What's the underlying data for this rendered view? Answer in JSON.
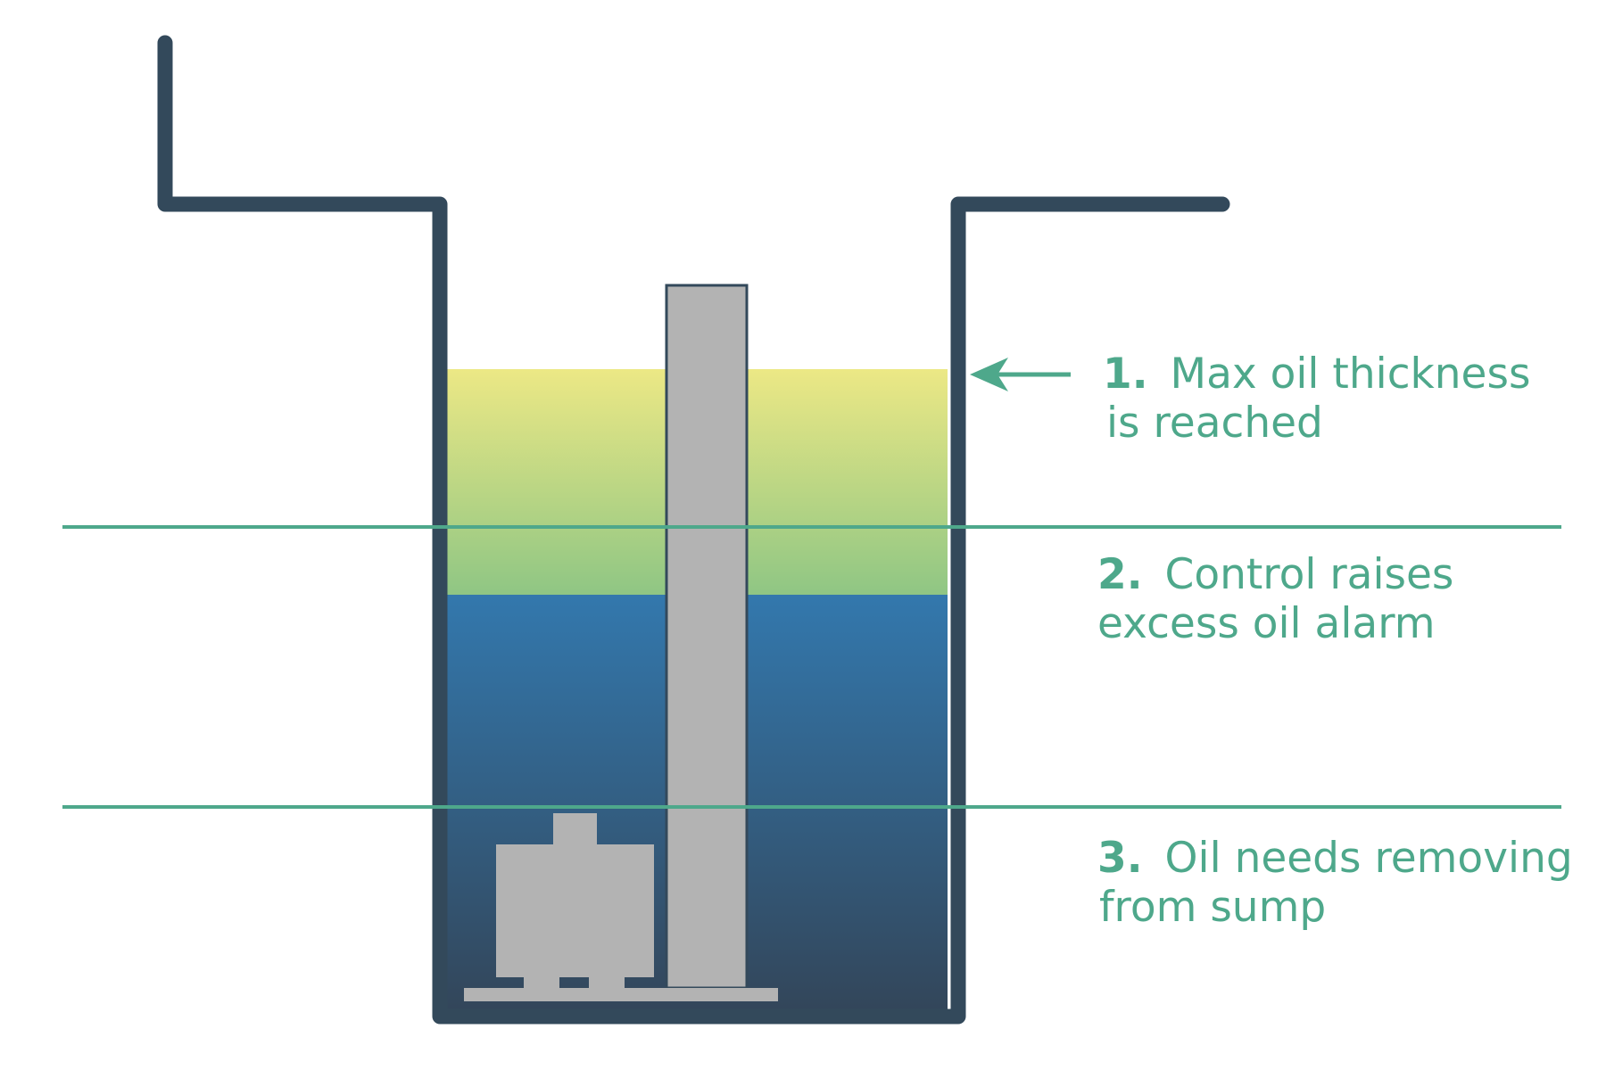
{
  "colors": {
    "background": "#ffffff",
    "wall": "#33495b",
    "oil_top": "#ece885",
    "oil_bottom": "#8fc684",
    "water_top": "#3378ad",
    "water_bottom": "#33465a",
    "equipment": "#b3b3b3",
    "accent": "#4ea88b"
  },
  "callouts": [
    {
      "number": "1.",
      "line1": "Max oil thickness",
      "line2": "is reached"
    },
    {
      "number": "2.",
      "line1": "Control raises",
      "line2": "excess oil alarm"
    },
    {
      "number": "3.",
      "line1": "Oil needs removing",
      "line2": "from sump"
    }
  ]
}
